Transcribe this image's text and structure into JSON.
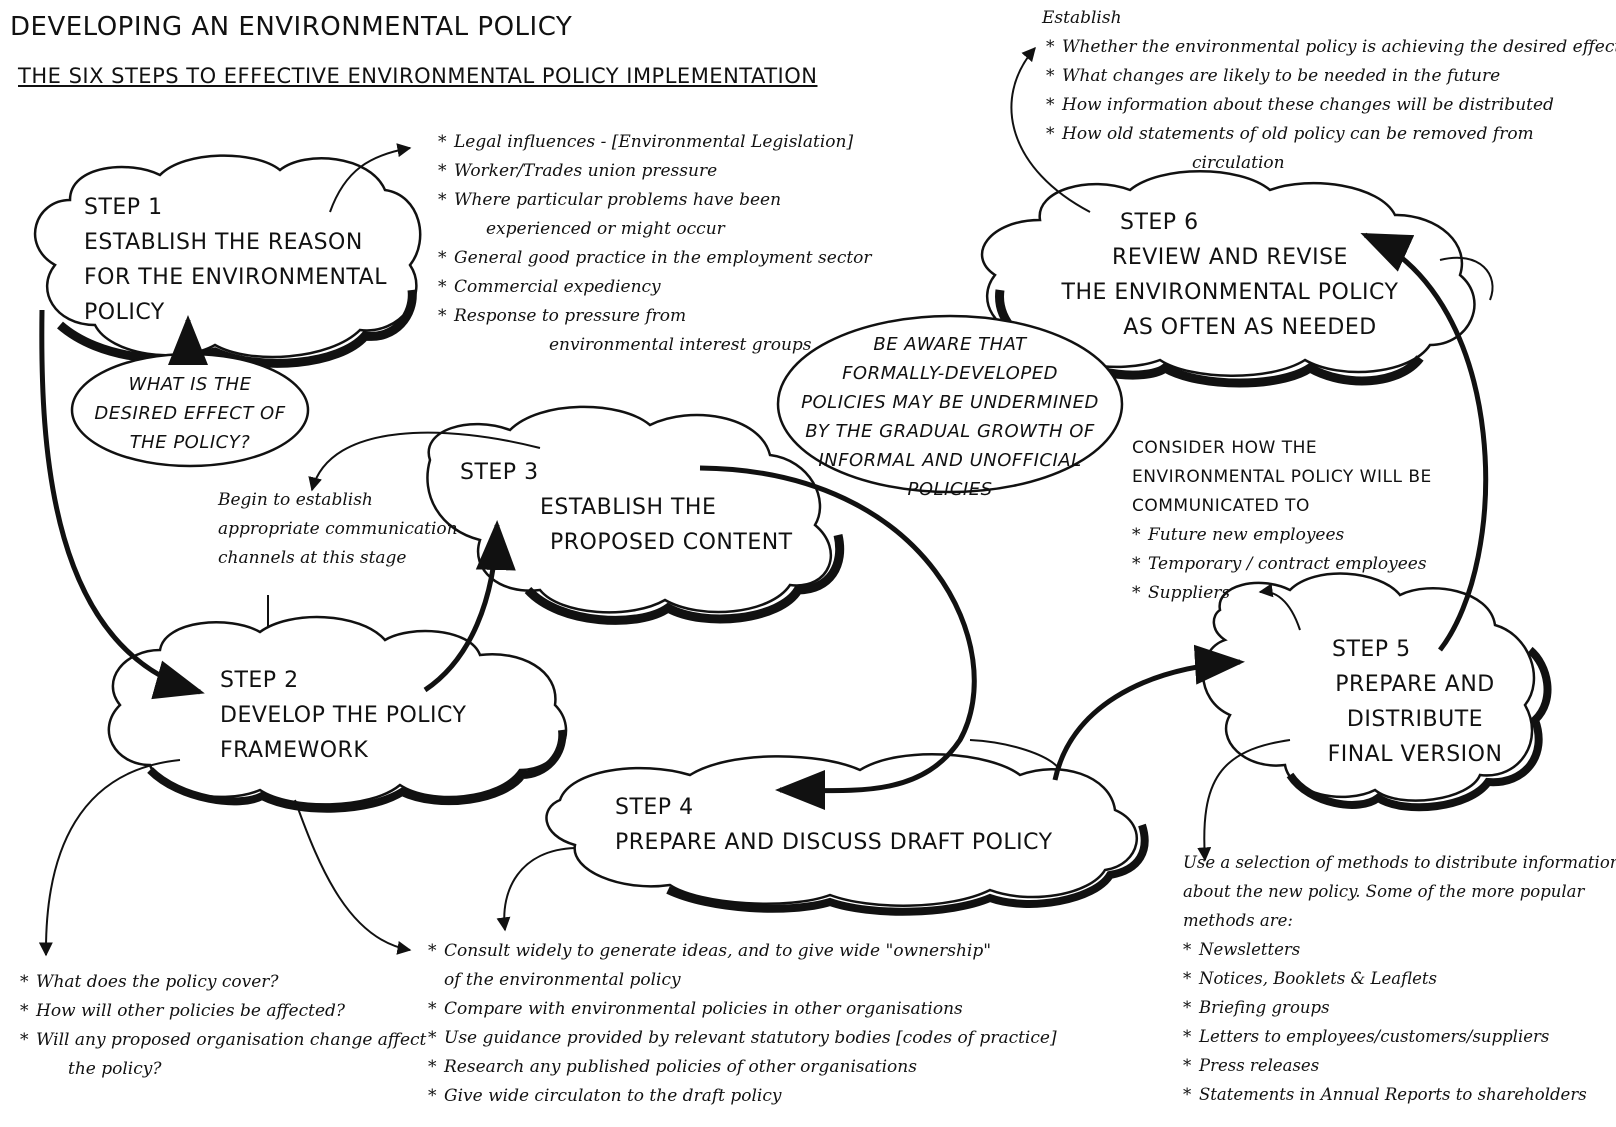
{
  "title": "DEVELOPING AN ENVIRONMENTAL POLICY",
  "subtitle": "THE SIX STEPS TO EFFECTIVE ENVIRONMENTAL POLICY IMPLEMENTATION",
  "steps": [
    {
      "number": "STEP 1",
      "lines": [
        "ESTABLISH THE REASON",
        "FOR THE ENVIRONMENTAL",
        "POLICY"
      ]
    },
    {
      "number": "STEP 2",
      "lines": [
        "DEVELOP THE POLICY",
        "FRAMEWORK"
      ]
    },
    {
      "number": "STEP 3",
      "lines": [
        "ESTABLISH THE",
        "PROPOSED CONTENT"
      ]
    },
    {
      "number": "STEP 4",
      "lines": [
        "PREPARE AND DISCUSS DRAFT POLICY"
      ]
    },
    {
      "number": "STEP 5",
      "lines": [
        "PREPARE AND",
        "DISTRIBUTE",
        "FINAL VERSION"
      ]
    },
    {
      "number": "STEP 6",
      "lines": [
        "REVIEW AND REVISE",
        "THE ENVIRONMENTAL POLICY",
        "AS OFTEN AS NEEDED"
      ]
    }
  ],
  "desired_effect": {
    "lines": [
      "WHAT IS THE",
      "DESIRED EFFECT OF",
      "THE POLICY?"
    ]
  },
  "be_aware": {
    "lines": [
      "BE AWARE THAT",
      "FORMALLY-DEVELOPED",
      "POLICIES MAY BE UNDERMINED",
      "BY THE GRADUAL GROWTH OF",
      "INFORMAL AND UNOFFICIAL",
      "POLICIES"
    ]
  },
  "step1_reasons": [
    "Legal influences - [Environmental Legislation]",
    "Worker/Trades union pressure",
    "Where particular problems have been|experienced or might occur",
    "General good practice in the employment sector",
    "Commercial expediency",
    "Response to pressure from|environmental interest groups"
  ],
  "communication_note": [
    "Begin to establish",
    "appropriate communication",
    "channels at this stage"
  ],
  "step2_questions": [
    "What does the policy cover?",
    "How will other policies be affected?",
    "Will any proposed organisation change affect|the policy?"
  ],
  "step4_actions": [
    "Consult widely to generate ideas, and to give wide \"ownership\"|of the environmental policy",
    "Compare with environmental policies in other organisations",
    "Use guidance provided by relevant statutory bodies [codes of practice]",
    "Research any published policies of other organisations",
    "Give wide circulaton to the draft policy"
  ],
  "step6_establish": {
    "heading": "Establish",
    "items": [
      "Whether the environmental policy is achieving the desired effect",
      "What changes are likely to be needed in the future",
      "How information about these changes will be distributed",
      "How old statements of old policy can be removed from|circulation"
    ]
  },
  "communicate_to": {
    "heading": [
      "CONSIDER HOW THE",
      "ENVIRONMENTAL POLICY WILL BE",
      "COMMUNICATED TO"
    ],
    "items": [
      "Future new employees",
      "Temporary / contract employees",
      "Suppliers"
    ]
  },
  "distribution_methods": {
    "intro": [
      "Use a selection of methods to distribute information",
      "about the new policy. Some of the more popular",
      "methods are:"
    ],
    "items": [
      "Newsletters",
      "Notices, Booklets & Leaflets",
      "Briefing groups",
      "Letters to employees/customers/suppliers",
      "Press releases",
      "Statements in Annual Reports to shareholders"
    ]
  }
}
